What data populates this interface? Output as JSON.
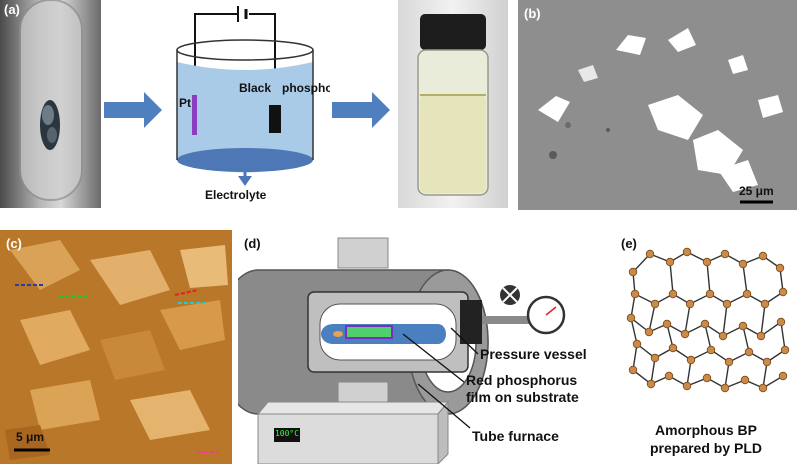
{
  "panels": {
    "a": {
      "label": "(a)",
      "electrode_pt": "Pt",
      "electrode_bp_left": "Black",
      "electrode_bp_right": "phosphorus",
      "electrolyte": "Electrolyte"
    },
    "b": {
      "label": "(b)",
      "scale": "25 μm"
    },
    "c": {
      "label": "(c)",
      "scale": "5 μm"
    },
    "d": {
      "label": "(d)",
      "vessel": "Pressure vessel",
      "film_line1": "Red phosphorus",
      "film_line2": "film on substrate",
      "furnace": "Tube furnace",
      "display": "100°C"
    },
    "e": {
      "label": "(e)",
      "caption_line1": "Amorphous BP",
      "caption_line2": "prepared by PLD"
    }
  },
  "colors": {
    "arrow": "#4f7fbf",
    "electrolyte": "#a9cbe8",
    "pt": "#8a3fc0",
    "afm": "#c98a2a",
    "atom": "#c98a4a"
  }
}
